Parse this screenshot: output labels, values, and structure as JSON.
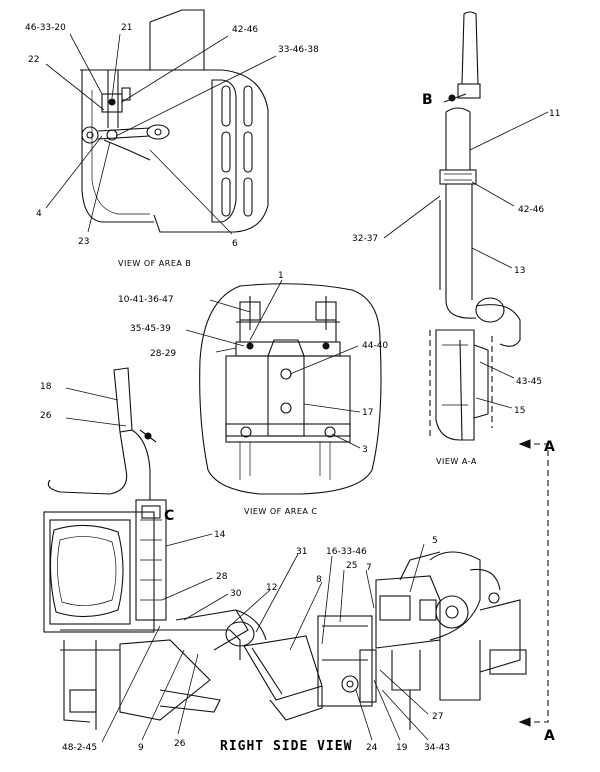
{
  "views": {
    "area_b": "VIEW OF AREA B",
    "area_c": "VIEW OF AREA C",
    "view_aa": "VIEW A-A",
    "right_side": "RIGHT SIDE VIEW"
  },
  "markers": {
    "b": "B",
    "c": "C",
    "a_top": "A",
    "a_bottom": "A"
  },
  "callouts": {
    "c_46_33_20": "46-33-20",
    "c_21": "21",
    "c_42_46_b": "42-46",
    "c_22": "22",
    "c_33_46_38": "33-46-38",
    "c_4": "4",
    "c_23": "23",
    "c_6": "6",
    "c_11": "11",
    "c_42_46_a": "42-46",
    "c_32_37": "32-37",
    "c_13": "13",
    "c_43_45": "43-45",
    "c_15": "15",
    "c_1": "1",
    "c_10_41_36_47": "10-41-36-47",
    "c_35_45_39": "35-45-39",
    "c_28_29": "28-29",
    "c_44_40": "44-40",
    "c_17": "17",
    "c_3": "3",
    "c_18": "18",
    "c_26_top": "26",
    "c_14": "14",
    "c_5": "5",
    "c_31": "31",
    "c_16_33_46": "16-33-46",
    "c_8": "8",
    "c_25": "25",
    "c_7": "7",
    "c_28": "28",
    "c_12": "12",
    "c_30": "30",
    "c_27": "27",
    "c_48_2_45": "48-2-45",
    "c_9": "9",
    "c_26_bottom": "26",
    "c_24": "24",
    "c_19": "19",
    "c_34_43": "34-43"
  }
}
